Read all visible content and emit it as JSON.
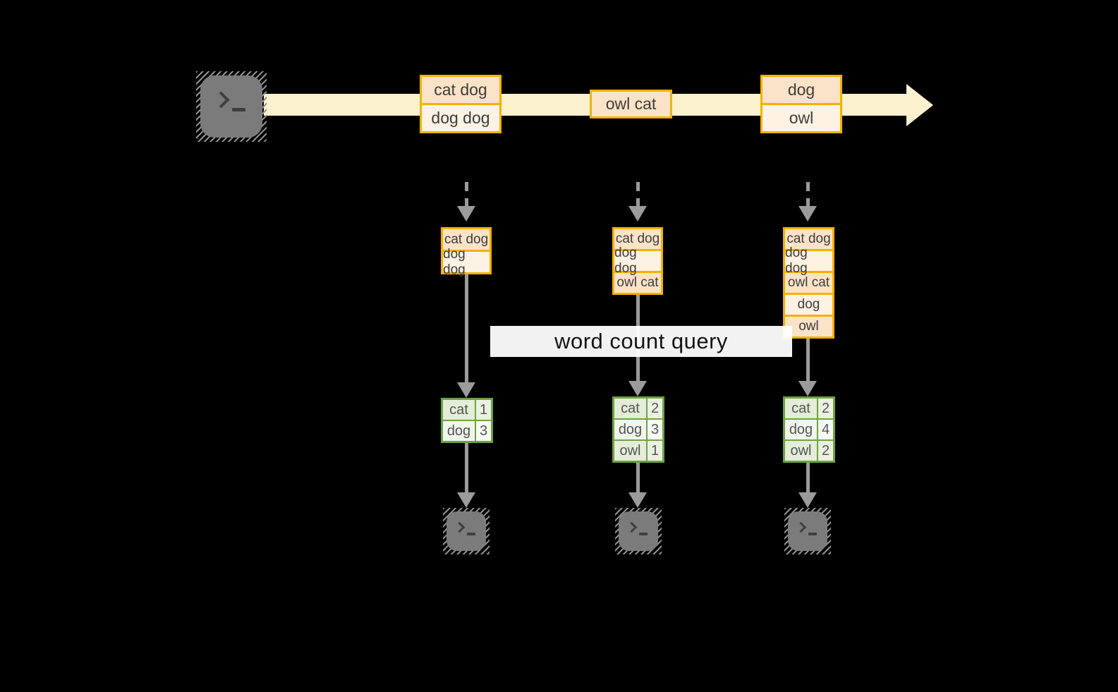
{
  "diagram": {
    "query_label": "word count query",
    "stream": {
      "events": [
        {
          "rows": [
            "cat dog",
            "dog dog"
          ]
        },
        {
          "rows": [
            "owl cat"
          ]
        },
        {
          "rows": [
            "dog",
            "owl"
          ]
        }
      ]
    },
    "columns": [
      {
        "state_rows": [
          "cat dog",
          "dog dog"
        ],
        "table": [
          {
            "word": "cat",
            "count": "1"
          },
          {
            "word": "dog",
            "count": "3"
          }
        ]
      },
      {
        "state_rows": [
          "cat dog",
          "dog dog",
          "owl cat"
        ],
        "table": [
          {
            "word": "cat",
            "count": "2"
          },
          {
            "word": "dog",
            "count": "3"
          },
          {
            "word": "owl",
            "count": "1"
          }
        ]
      },
      {
        "state_rows": [
          "cat dog",
          "dog dog",
          "owl cat",
          "dog",
          "owl"
        ],
        "table": [
          {
            "word": "cat",
            "count": "2"
          },
          {
            "word": "dog",
            "count": "4"
          },
          {
            "word": "owl",
            "count": "2"
          }
        ]
      }
    ],
    "icons": {
      "source": "terminal-icon",
      "sinks": [
        "terminal-icon",
        "terminal-icon",
        "terminal-icon"
      ]
    },
    "colors": {
      "background": "#000000",
      "stream_arrow": "#fcf1ce",
      "box_border": "#f2b200",
      "box_fill_peach": "#fbe3c7",
      "box_fill_cream": "#fdf2e3",
      "table_border": "#6fa243",
      "table_fill_green": "#e3edd8",
      "table_fill_light": "#f1f6ec",
      "flow_arrow": "#9b9b9b",
      "query_background": "#ffffff",
      "terminal_gray": "#7b7b7b"
    }
  }
}
